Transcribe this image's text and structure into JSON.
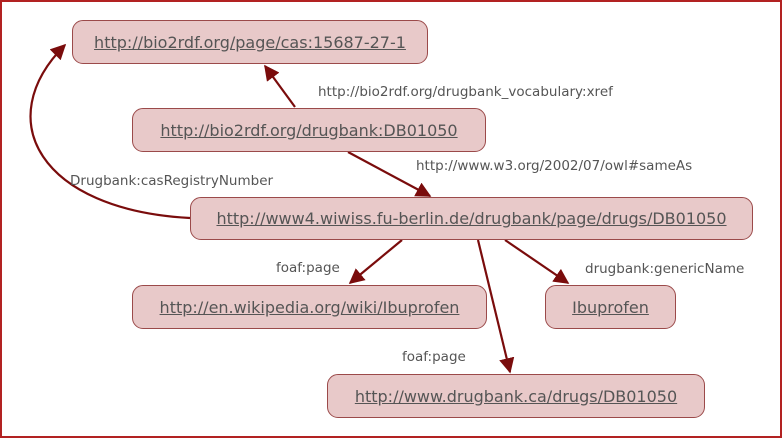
{
  "nodes": {
    "cas": "http://bio2rdf.org/page/cas:15687-27-1",
    "drugbank_bio2rdf": "http://bio2rdf.org/drugbank:DB01050",
    "wiwiss": "http://www4.wiwiss.fu-berlin.de/drugbank/page/drugs/DB01050",
    "wikipedia": "http://en.wikipedia.org/wiki/Ibuprofen",
    "ibuprofen": "Ibuprofen",
    "drugbank_ca": "http://www.drugbank.ca/drugs/DB01050"
  },
  "edges": {
    "xref": "http://bio2rdf.org/drugbank_vocabulary:xref",
    "same_as": "http://www.w3.org/2002/07/owl#sameAs",
    "cas_registry": "Drugbank:casRegistryNumber",
    "foaf_page_wiki": "foaf:page",
    "generic_name": "drugbank:genericName",
    "foaf_page_drugbank": "foaf:page"
  },
  "colors": {
    "edge": "#7a0c0c",
    "node_fill": "#e8c9c9",
    "node_border": "#9b4a4a",
    "frame": "#b22222"
  }
}
